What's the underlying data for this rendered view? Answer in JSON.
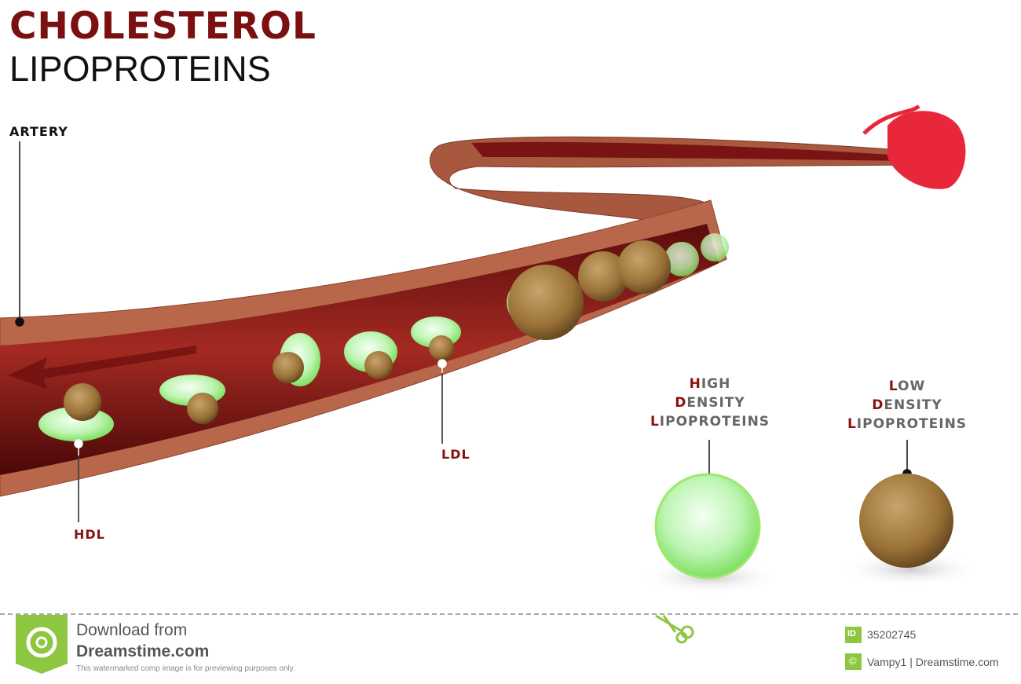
{
  "title": {
    "line1": "CHOLESTEROL",
    "line2": "LIPOPROTEINS"
  },
  "labels": {
    "artery": "ARTERY",
    "hdl": "HDL",
    "ldl": "LDL"
  },
  "hdl_legend": {
    "l1_first": "H",
    "l1_rest": "IGH",
    "l2_first": "D",
    "l2_rest": "ENSITY",
    "l3_first": "L",
    "l3_rest": "IPOPROTEINS"
  },
  "ldl_legend": {
    "l1_first": "L",
    "l1_rest": "OW",
    "l2_first": "D",
    "l2_rest": "ENSITY",
    "l3_first": "L",
    "l3_rest": "IPOPROTEINS"
  },
  "footer": {
    "download": "Download from",
    "site": "Dreamstime.com",
    "notice": "This watermarked comp image is for previewing purposes only.",
    "id_badge": "ID",
    "id": "35202745",
    "copyright_badge": "©",
    "author": "Vampy1 | Dreamstime.com"
  },
  "colors": {
    "title_red": "#7a1010",
    "hdl_green": "#9cf08a",
    "ldl_brown": "#a07a3c",
    "artery": "#a0523a",
    "brand_green": "#8dc63f"
  }
}
